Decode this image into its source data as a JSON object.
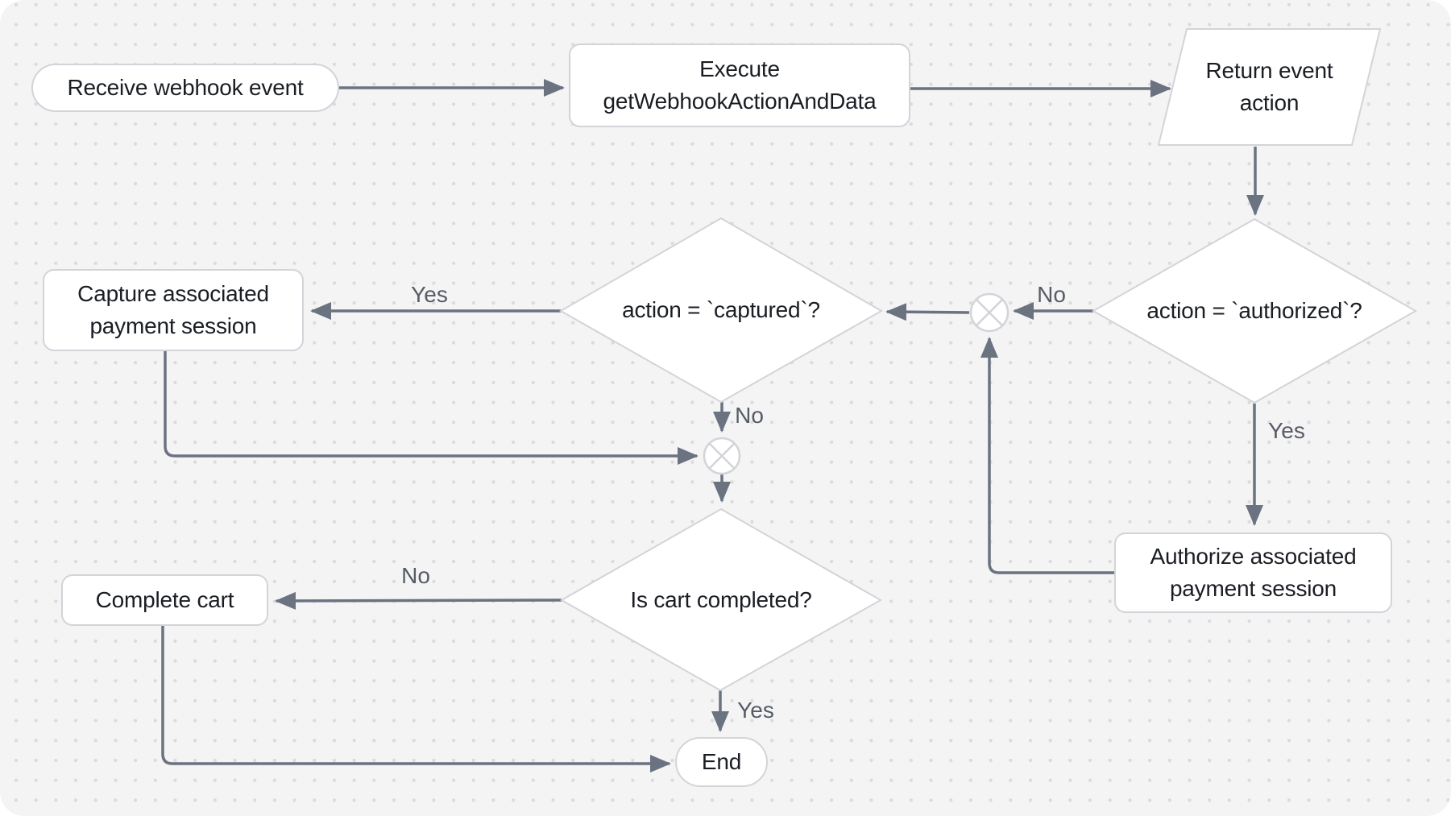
{
  "diagram": {
    "kind": "flowchart",
    "colors": {
      "canvas_bg": "#f4f4f5",
      "dot_grid": "#dbdbde",
      "node_fill": "#ffffff",
      "node_border": "#d3d4d9",
      "arrow": "#6b7280",
      "node_text": "#1a1d23",
      "edge_label_text": "#565b65"
    }
  },
  "nodes": {
    "receive": {
      "shape": "terminator",
      "label": "Receive webhook event"
    },
    "execute": {
      "shape": "process",
      "label": "Execute\ngetWebhookActionAndData"
    },
    "return_event_action": {
      "shape": "data",
      "label": "Return event\naction"
    },
    "authorized_check": {
      "shape": "decision",
      "label": "action = `authorized`?"
    },
    "captured_check": {
      "shape": "decision",
      "label": "action = `captured`?"
    },
    "capture_payment": {
      "shape": "process",
      "label": "Capture associated\npayment session"
    },
    "authorize_payment": {
      "shape": "process",
      "label": "Authorize associated\npayment session"
    },
    "cart_completed_check": {
      "shape": "decision",
      "label": "Is cart completed?"
    },
    "complete_cart": {
      "shape": "process",
      "label": "Complete cart"
    },
    "end": {
      "shape": "terminator",
      "label": "End"
    }
  },
  "edge_labels": {
    "authorized_no": "No",
    "authorized_yes": "Yes",
    "captured_yes": "Yes",
    "captured_no": "No",
    "cart_no": "No",
    "cart_yes": "Yes"
  }
}
